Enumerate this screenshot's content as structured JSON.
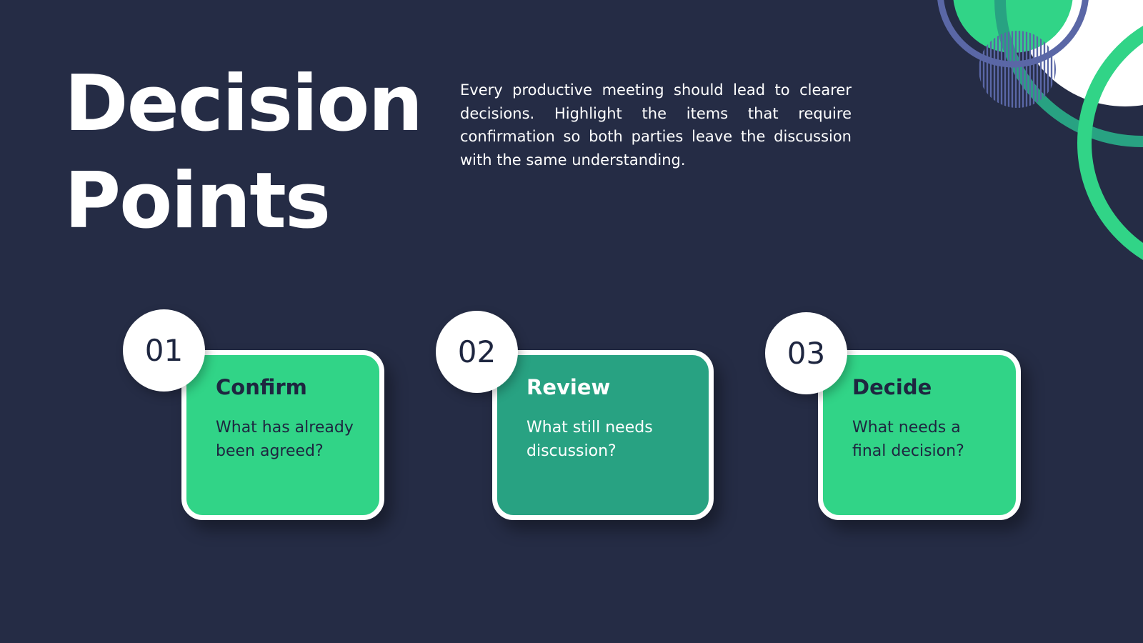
{
  "slide": {
    "title_line1": "Decision",
    "title_line2": "Points",
    "intro": "Every productive meeting should lead to clearer decisions. Highlight the items that require confirmation so both parties leave the discussion with the same understanding."
  },
  "cards": [
    {
      "number": "01",
      "heading": "Confirm",
      "text": "What has already been agreed?"
    },
    {
      "number": "02",
      "heading": "Review",
      "text": "What still needs discussion?"
    },
    {
      "number": "03",
      "heading": "Decide",
      "text": "What needs a final decision?"
    }
  ],
  "colors": {
    "background": "#252c45",
    "accent_green": "#31d487",
    "accent_teal": "#28a282",
    "accent_blue": "#5a67a6",
    "text_dark": "#1e2640",
    "white": "#ffffff"
  }
}
